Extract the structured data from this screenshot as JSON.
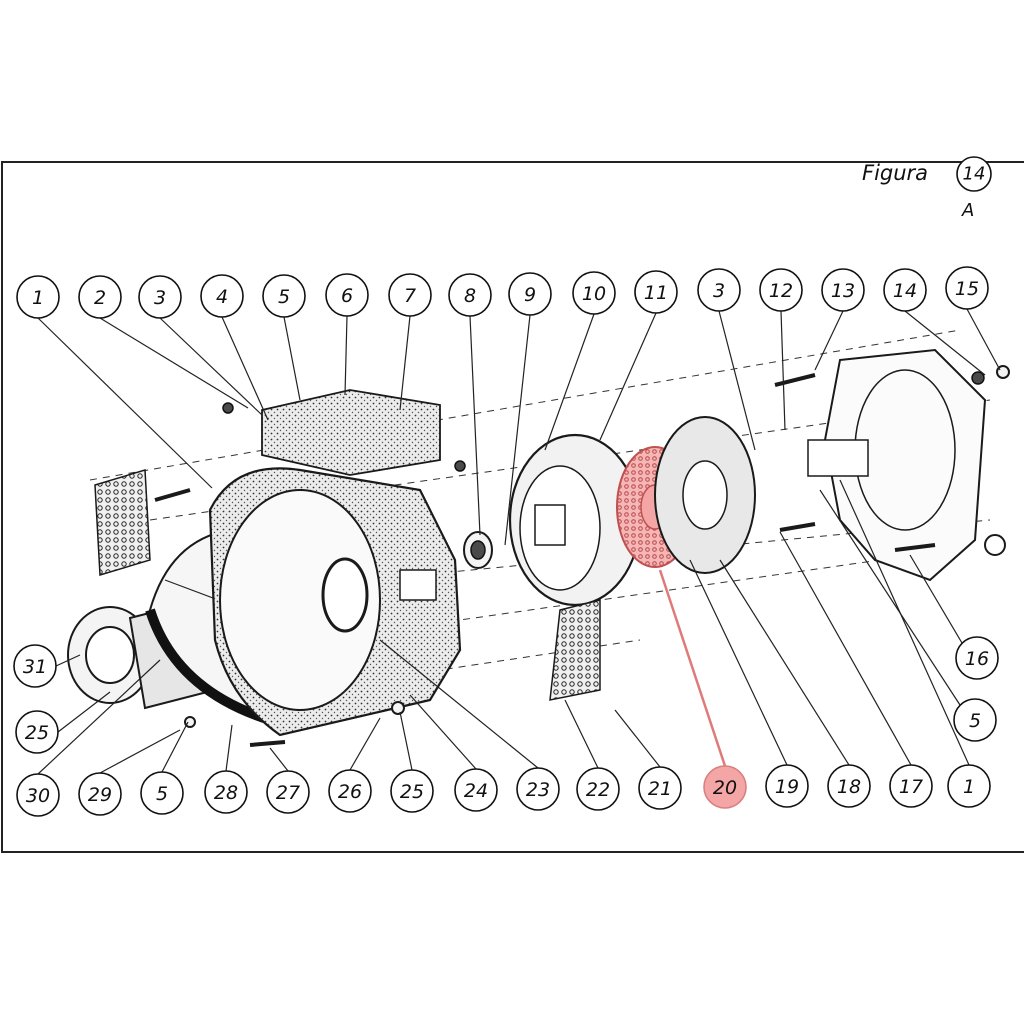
{
  "figure": {
    "label": "Figura",
    "number": "14",
    "sub": "A"
  },
  "highlight": {
    "callout": "20",
    "color": "#f4a6a6",
    "stroke": "#e07a7a"
  },
  "callouts_top": [
    "1",
    "2",
    "3",
    "4",
    "5",
    "6",
    "7",
    "8",
    "9",
    "10",
    "11",
    "3",
    "12",
    "13",
    "14",
    "15"
  ],
  "callouts_bottom": [
    "30",
    "29",
    "5",
    "28",
    "27",
    "26",
    "25",
    "24",
    "23",
    "22",
    "21",
    "20",
    "19",
    "18",
    "17",
    "1"
  ],
  "callouts_left": [
    "31",
    "25"
  ],
  "callouts_right": [
    "16",
    "5"
  ]
}
